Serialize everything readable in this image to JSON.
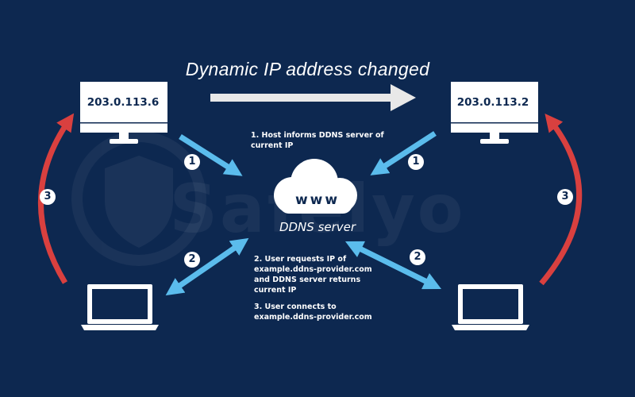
{
  "title": "Dynamic IP address changed",
  "hosts": {
    "left_ip": "203.0.113.6",
    "right_ip": "203.0.113.2"
  },
  "server": {
    "icon_text": "www",
    "label": "DDNS server",
    "icon": "cloud-icon"
  },
  "steps": {
    "step1": "1. Host informs DDNS server of current IP",
    "step2": "2. User requests IP of example.ddns-provider.com and DDNS server returns current IP",
    "step3": "3. User connects to example.ddns-provider.com"
  },
  "badges": {
    "one": "1",
    "two": "2",
    "three": "3"
  },
  "watermark": {
    "text": "Safelyo",
    "icon": "shield-lock-icon"
  },
  "colors": {
    "background": "#0d2850",
    "blue_arrow": "#5bbcec",
    "red_arrow": "#d9403f",
    "white": "#ffffff",
    "gray_arrow": "#e8e8e8"
  }
}
